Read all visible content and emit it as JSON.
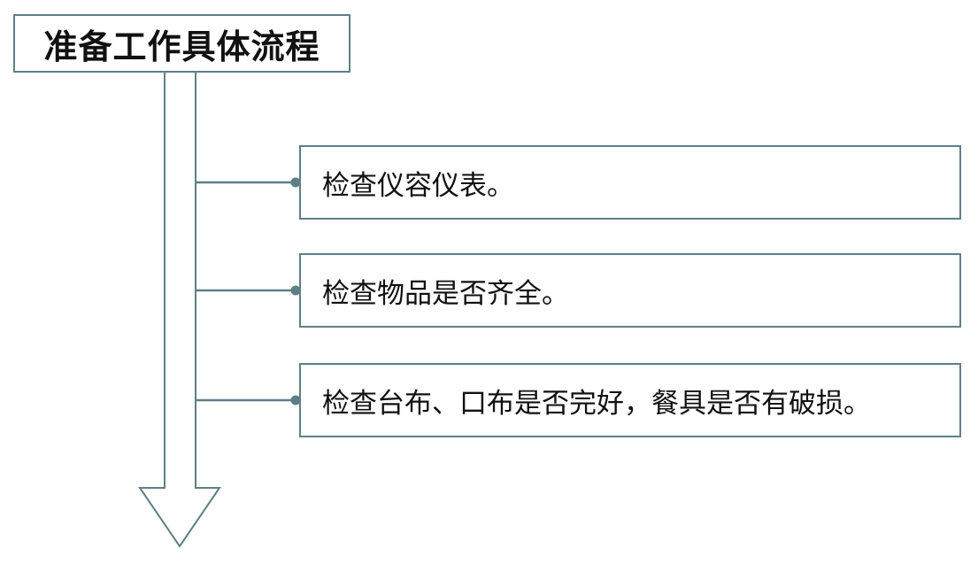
{
  "title": "准备工作具体流程",
  "steps": [
    {
      "text": "检查仪容仪表。"
    },
    {
      "text": "检查物品是否齐全。"
    },
    {
      "text": "检查台布、口布是否完好，餐具是否有破损。"
    }
  ],
  "colors": {
    "stroke": "#5f7f86",
    "text": "#111111"
  }
}
